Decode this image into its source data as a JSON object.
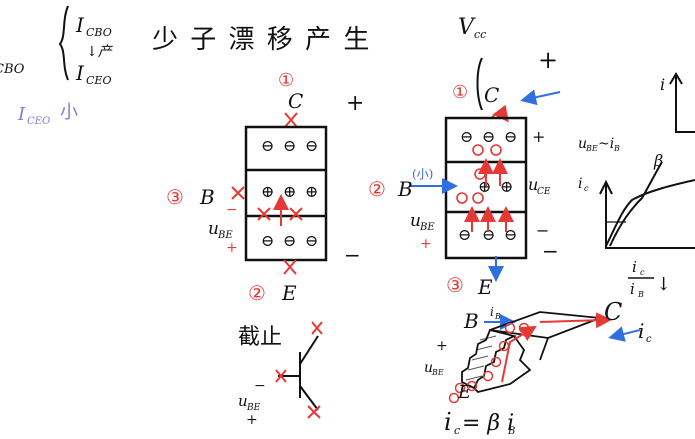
{
  "colors": {
    "ink": "#111111",
    "red": "#e53935",
    "blue": "#2f6fe0",
    "purple": "#7e7bd6",
    "background": "#ffffff"
  },
  "top": {
    "left_fragment": "CBO",
    "i_cbo": "I",
    "i_cbo_sub": "CBO",
    "i_ceo": "I",
    "i_ceo_sub": "CEO",
    "produce_arrow_text": "↓产",
    "title": "少 子 漂 移 产 生",
    "vcc": "V",
    "vcc_sub": "cc",
    "iceo_small": "I",
    "iceo_small_sub": "CEO",
    "iceo_small_word": "小"
  },
  "left_diagram": {
    "num_c": "①",
    "c_label": "C",
    "plus_right": "+",
    "row_top_symbols": [
      "⊖",
      "⊖",
      "⊖"
    ],
    "row_mid_symbols": [
      "⊕",
      "⊕",
      "⊕"
    ],
    "row_bot_symbols": [
      "⊖",
      "⊖",
      "⊖"
    ],
    "num_b": "③",
    "b_label": "B",
    "minus_b": "−",
    "ube": "u",
    "ube_sub": "BE",
    "plus_ube": "+",
    "num_e": "②",
    "e_label": "E",
    "minus_right": "−",
    "cutoff": "截止",
    "bottom_ube": "u",
    "bottom_ube_sub": "BE",
    "bottom_minus": "−",
    "bottom_plus": "+"
  },
  "mid_diagram": {
    "num_c": "①",
    "c_label": "C",
    "plus_top": "+",
    "plus_side": "+",
    "row_top_symbols": [
      "⊖",
      "⊖",
      "⊖"
    ],
    "row_mid_symbols": [
      "⊕",
      "⊕"
    ],
    "row_bot_symbols": [
      "⊖",
      "⊖",
      "⊖"
    ],
    "small_note": "(小)",
    "num_b": "②",
    "b_label": "B",
    "uce": "u",
    "uce_sub": "CE",
    "ube": "u",
    "ube_sub": "BE",
    "minus_side": "−",
    "minus_right": "−",
    "plus_ube": "+",
    "num_e": "③",
    "e_label": "E"
  },
  "stairs": {
    "b_label": "B",
    "ib": "i",
    "ib_sub": "B",
    "c_label": "C",
    "ic": "i",
    "ic_sub": "c",
    "ube": "u",
    "ube_sub": "BE",
    "plus": "+",
    "e_label": "E",
    "equation": "i",
    "equation_sub": "c",
    "equation_rhs": "= β i",
    "equation_rhs_sub": "B"
  },
  "right_panel": {
    "i_top": "i",
    "relation": "u",
    "relation_sub": "BE",
    "relation_tail": "~i",
    "relation_tail_sub": "B",
    "ic": "i",
    "ic_sub": "c",
    "beta": "β",
    "ratio_num": "i",
    "ratio_num_sub": "c",
    "ratio_den": "i",
    "ratio_den_sub": "B",
    "ratio_arrow": "↓"
  }
}
